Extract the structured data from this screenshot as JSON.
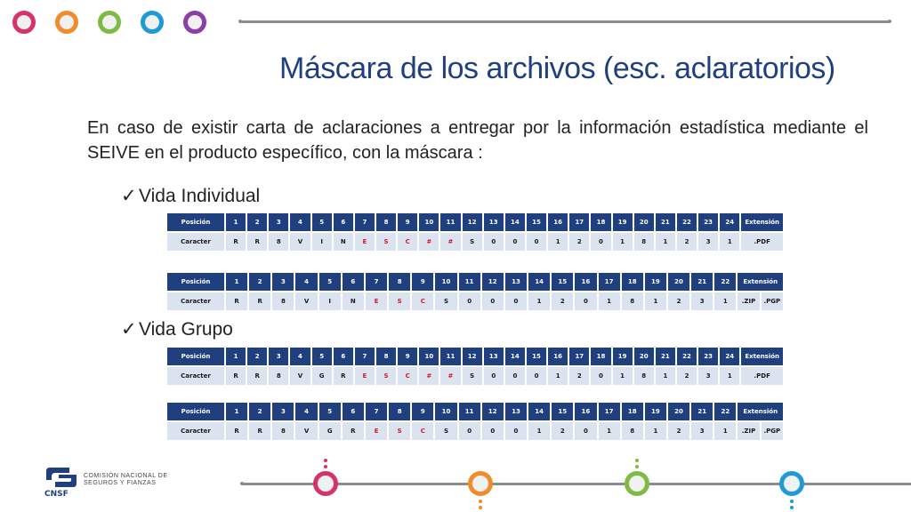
{
  "title": "Máscara de los archivos (esc. aclaratorios)",
  "paragraph": "En caso de existir carta de aclaraciones a entregar por la información estadística mediante el SEIVE en el producto específico, con la máscara :",
  "sections": [
    {
      "check": "✓",
      "label": "Vida Individual"
    },
    {
      "check": "✓",
      "label": "Vida Grupo"
    }
  ],
  "tables": {
    "ind1": {
      "header_label": "Posición",
      "row_label": "Caracter",
      "positions": [
        "1",
        "2",
        "3",
        "4",
        "5",
        "6",
        "7",
        "8",
        "9",
        "10",
        "11",
        "12",
        "13",
        "14",
        "15",
        "16",
        "17",
        "18",
        "19",
        "20",
        "21",
        "22",
        "23",
        "24"
      ],
      "ext_label": "Extensión",
      "chars": [
        "R",
        "R",
        "8",
        "V",
        "I",
        "N",
        "E",
        "S",
        "C",
        "#",
        "#",
        "S",
        "0",
        "0",
        "0",
        "1",
        "2",
        "0",
        "1",
        "8",
        "1",
        "2",
        "3",
        "1"
      ],
      "exts": [
        ".PDF"
      ]
    },
    "ind2": {
      "header_label": "Posición",
      "row_label": "Caracter",
      "positions": [
        "1",
        "2",
        "3",
        "4",
        "5",
        "6",
        "7",
        "8",
        "9",
        "10",
        "11",
        "12",
        "13",
        "14",
        "15",
        "16",
        "17",
        "18",
        "19",
        "20",
        "21",
        "22"
      ],
      "ext_label": "Extensión",
      "chars": [
        "R",
        "R",
        "8",
        "V",
        "I",
        "N",
        "E",
        "S",
        "C",
        "S",
        "0",
        "0",
        "0",
        "1",
        "2",
        "0",
        "1",
        "8",
        "1",
        "2",
        "3",
        "1"
      ],
      "exts": [
        ".ZIP",
        ".PGP"
      ]
    },
    "grp1": {
      "header_label": "Posición",
      "row_label": "Caracter",
      "positions": [
        "1",
        "2",
        "3",
        "4",
        "5",
        "6",
        "7",
        "8",
        "9",
        "10",
        "11",
        "12",
        "13",
        "14",
        "15",
        "16",
        "17",
        "18",
        "19",
        "20",
        "21",
        "22",
        "23",
        "24"
      ],
      "ext_label": "Extensión",
      "chars": [
        "R",
        "R",
        "8",
        "V",
        "G",
        "R",
        "E",
        "S",
        "C",
        "#",
        "#",
        "S",
        "0",
        "0",
        "0",
        "1",
        "2",
        "0",
        "1",
        "8",
        "1",
        "2",
        "3",
        "1"
      ],
      "exts": [
        ".PDF"
      ]
    },
    "grp2": {
      "header_label": "Posición",
      "row_label": "Caracter",
      "positions": [
        "1",
        "2",
        "3",
        "4",
        "5",
        "6",
        "7",
        "8",
        "9",
        "10",
        "11",
        "12",
        "13",
        "14",
        "15",
        "16",
        "17",
        "18",
        "19",
        "20",
        "21",
        "22"
      ],
      "ext_label": "Extensión",
      "chars": [
        "R",
        "R",
        "8",
        "V",
        "G",
        "R",
        "E",
        "S",
        "C",
        "S",
        "0",
        "0",
        "0",
        "1",
        "2",
        "0",
        "1",
        "8",
        "1",
        "2",
        "3",
        "1"
      ],
      "exts": [
        ".ZIP",
        ".PGP"
      ]
    }
  },
  "logo": {
    "acronym": "CNSF",
    "line1": "COMISIÓN NACIONAL DE",
    "line2": "SEGUROS Y FIANZAS"
  },
  "colors": {
    "header_bg": "#1f3f7f",
    "row_bg": "#dce3f0",
    "highlight_text": "#d21e1e",
    "circle_colors": [
      "#d6336c",
      "#f08c2c",
      "#7dbb42",
      "#1e9bd7",
      "#8b3fa8"
    ]
  }
}
